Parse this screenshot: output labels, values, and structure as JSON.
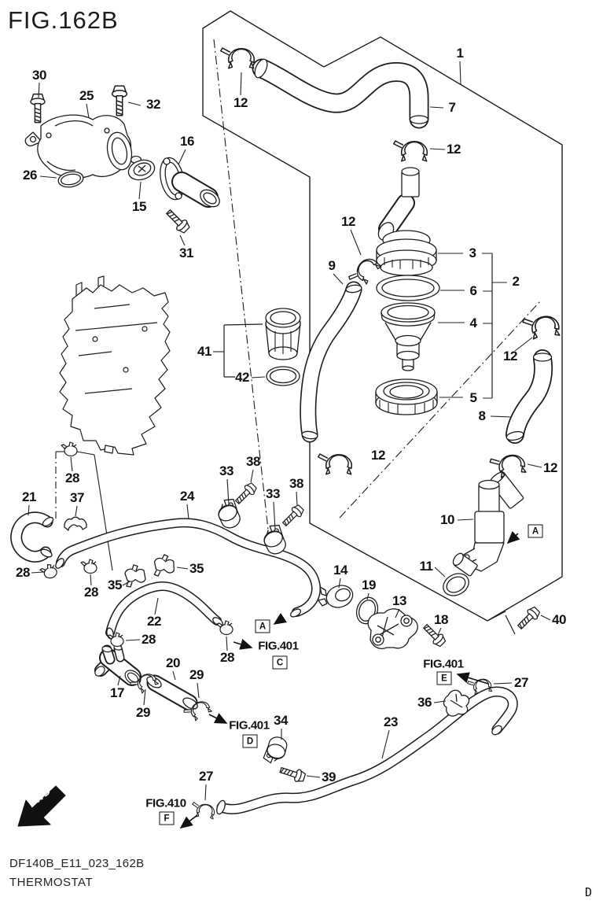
{
  "figure": {
    "title": "FIG.162B"
  },
  "footer": {
    "drawing_code": "DF140B_E11_023_162B",
    "figure_title": "THERMOSTAT",
    "page_marker": "D"
  },
  "orientation": {
    "fwd_label": "FWD"
  },
  "figure_references": {
    "fig401": "FIG.401",
    "fig410": "FIG.410"
  },
  "view_markers": {
    "a": "A",
    "c": "C",
    "d": "D",
    "e": "E",
    "f": "F"
  },
  "part_numbers": {
    "p1": "1",
    "p2": "2",
    "p3": "3",
    "p4": "4",
    "p5": "5",
    "p6": "6",
    "p7": "7",
    "p8": "8",
    "p9": "9",
    "p10": "10",
    "p11": "11",
    "p12": "12",
    "p13": "13",
    "p14": "14",
    "p15": "15",
    "p16": "16",
    "p17": "17",
    "p18": "18",
    "p19": "19",
    "p20": "20",
    "p21": "21",
    "p22": "22",
    "p23": "23",
    "p24": "24",
    "p25": "25",
    "p26": "26",
    "p27": "27",
    "p28": "28",
    "p29": "29",
    "p30": "30",
    "p31": "31",
    "p32": "32",
    "p33": "33",
    "p34": "34",
    "p35": "35",
    "p36": "36",
    "p37": "37",
    "p38": "38",
    "p39": "39",
    "p40": "40",
    "p41": "41",
    "p42": "42"
  }
}
